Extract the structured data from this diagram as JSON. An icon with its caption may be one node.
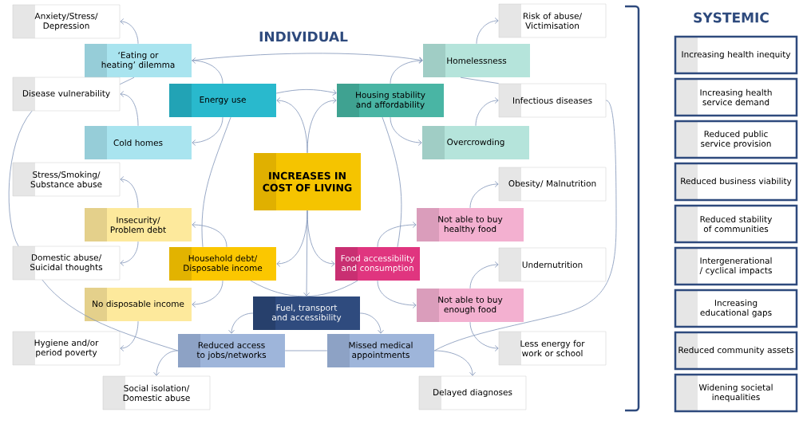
{
  "diagram": {
    "nodes": [
      {
        "text": [
          "INCREASES IN COST OF LIVING"
        ]
      },
      {
        "text": [
          "Energy use"
        ]
      },
      {
        "text": [
          "Housing stability and affordability"
        ]
      },
      {
        "text": [
          "Household debt/ Disposable income"
        ]
      },
      {
        "text": [
          "Food accessibility and consumption"
        ]
      },
      {
        "text": [
          "Fuel, transport and accessibility"
        ]
      },
      {
        "text": [
          "‘Eating or heating’ dilemma"
        ]
      },
      {
        "text": [
          "Cold homes"
        ]
      },
      {
        "text": [
          "Homelessness"
        ]
      },
      {
        "text": [
          "Overcrowding"
        ]
      },
      {
        "text": [
          "Insecurity/ Problem debt"
        ]
      },
      {
        "text": [
          "No disposable income"
        ]
      },
      {
        "text": [
          "Not able to buy healthy food"
        ]
      },
      {
        "text": [
          "Not able to buy enough food"
        ]
      },
      {
        "text": [
          "Reduced access to jobs/networks"
        ]
      },
      {
        "text": [
          "Missed medical appointments"
        ]
      },
      {
        "text": [
          "Anxiety/Stress/ Depression"
        ]
      },
      {
        "text": [
          "Disease vulnerability"
        ]
      },
      {
        "text": [
          "Stress/Smoking/ Substance abuse"
        ]
      },
      {
        "text": [
          "Domestic abuse/ Suicidal thoughts"
        ]
      },
      {
        "text": [
          "Hygiene and/or period poverty"
        ]
      },
      {
        "text": [
          "Social isolation/ Domestic abuse"
        ]
      },
      {
        "text": [
          "Risk of abuse/ Victimisation"
        ]
      },
      {
        "text": [
          "Infectious diseases"
        ]
      },
      {
        "text": [
          "Obesity/ Malnutrition"
        ]
      },
      {
        "text": [
          "Undernutrition"
        ]
      },
      {
        "text": [
          "Less energy for work or school"
        ]
      },
      {
        "text": [
          "Delayed diagnoses"
        ]
      },
      {
        "text": [
          "Increasing health inequity"
        ]
      },
      {
        "text": [
          "Increasing health service demand"
        ]
      },
      {
        "text": [
          "Reduced public service provision"
        ]
      },
      {
        "text": [
          "Reduced business viability"
        ]
      },
      {
        "text": [
          "Reduced stability of communities"
        ]
      },
      {
        "text": [
          "Intergenerational / cyclical impacts"
        ]
      },
      {
        "text": [
          "Increasing educational gaps"
        ]
      },
      {
        "text": [
          "Reduced community assets"
        ]
      },
      {
        "text": [
          "Widening societal inequalities"
        ]
      }
    ],
    "edges": [
      {
        "from": 0,
        "to": 1,
        "arrow": "to"
      },
      {
        "from": 0,
        "to": 2,
        "arrow": "to"
      },
      {
        "from": 0,
        "to": 3,
        "arrow": "to"
      },
      {
        "from": 0,
        "to": 4,
        "arrow": "to"
      },
      {
        "from": 0,
        "to": 5,
        "arrow": "to"
      },
      {
        "from": 1,
        "to": 6,
        "arrow": "to"
      },
      {
        "from": 1,
        "to": 7,
        "arrow": "to"
      },
      {
        "from": 2,
        "to": 8,
        "arrow": "to"
      },
      {
        "from": 2,
        "to": 9,
        "arrow": "to"
      },
      {
        "from": 3,
        "to": 10,
        "arrow": "to"
      },
      {
        "from": 3,
        "to": 11,
        "arrow": "to"
      },
      {
        "from": 4,
        "to": 12,
        "arrow": "to"
      },
      {
        "from": 4,
        "to": 13,
        "arrow": "to"
      },
      {
        "from": 5,
        "to": 14,
        "arrow": "to"
      },
      {
        "from": 5,
        "to": 15,
        "arrow": "to"
      },
      {
        "from": 6,
        "to": 16,
        "arrow": "to"
      },
      {
        "from": 7,
        "to": 17,
        "arrow": "to"
      },
      {
        "from": 10,
        "to": 18,
        "arrow": "to"
      },
      {
        "from": 10,
        "to": 19,
        "arrow": "to"
      },
      {
        "from": 11,
        "to": 20,
        "arrow": "to"
      },
      {
        "from": 14,
        "to": 21,
        "arrow": "to"
      },
      {
        "from": 8,
        "to": 22,
        "arrow": "to"
      },
      {
        "from": 9,
        "to": 23,
        "arrow": "to"
      },
      {
        "from": 12,
        "to": 24,
        "arrow": "to"
      },
      {
        "from": 13,
        "to": 25,
        "arrow": "to"
      },
      {
        "from": 13,
        "to": 26,
        "arrow": "to"
      },
      {
        "from": 15,
        "to": 27,
        "arrow": "to"
      },
      {
        "from": 6,
        "to": 8,
        "arrow": "to"
      },
      {
        "from": 1,
        "to": 2,
        "arrow": "to"
      },
      {
        "from": 6,
        "to": 17,
        "arrow": "none"
      },
      {
        "from": 8,
        "to": 23,
        "arrow": "none"
      },
      {
        "from": 3,
        "to": 4,
        "arrow": "none"
      },
      {
        "from": 17,
        "to": 19,
        "arrow": "none"
      },
      {
        "from": 19,
        "to": 14,
        "arrow": "none"
      },
      {
        "from": 14,
        "to": 15,
        "arrow": "none"
      },
      {
        "from": 15,
        "to": 23,
        "arrow": "none"
      },
      {
        "from": 1,
        "to": 3,
        "arrow": "none"
      },
      {
        "from": 2,
        "to": 4,
        "arrow": "none"
      }
    ],
    "labels": [
      "INDIVIDUAL",
      "SYSTEMIC"
    ]
  }
}
